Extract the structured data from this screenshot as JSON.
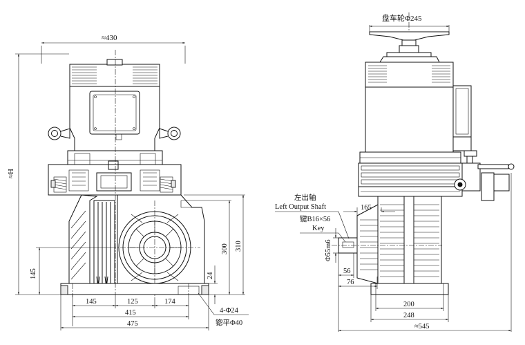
{
  "front_view": {
    "width_top": "≈430",
    "height": "≈H",
    "dim_145_left": "145",
    "dim_300": "300",
    "dim_310": "310",
    "dim_24": "24",
    "bottom_145": "145",
    "bottom_125": "125",
    "bottom_174": "174",
    "bottom_415": "415",
    "bottom_475": "475",
    "holes": "4-Φ24",
    "spotface": "锪平Φ40"
  },
  "side_view": {
    "handwheel": "盘车轮Φ245",
    "shaft_cn": "左出轴",
    "shaft_en": "Left Output Shaft",
    "key_cn": "键B16×56",
    "key_en": "Key",
    "dim_165": "165",
    "shaft_dia": "Φ55m6",
    "dim_56": "56",
    "dim_76": "76",
    "dim_200": "200",
    "dim_248": "248",
    "dim_545": "≈545"
  }
}
